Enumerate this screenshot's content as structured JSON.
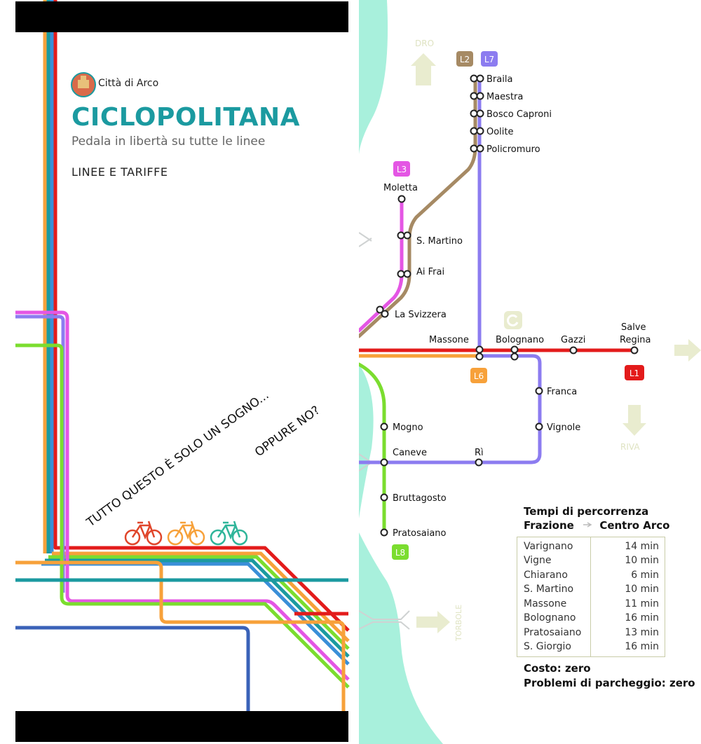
{
  "cover": {
    "city": "Città di Arco",
    "title": "CICLOPOLITANA",
    "subtitle": "Pedala in libertà su tutte le linee",
    "heading": "LINEE E TARIFFE",
    "slogan_line1": "TUTTO QUESTO È SOLO UN SOGNO...",
    "slogan_line2": "OPPURE NO?"
  },
  "map": {
    "lines": {
      "L1": {
        "label": "L1",
        "color": "#e31b1b"
      },
      "L2": {
        "label": "L2",
        "color": "#a68a64"
      },
      "L3": {
        "label": "L3",
        "color": "#e456e4"
      },
      "L6": {
        "label": "L6",
        "color": "#f7a13a"
      },
      "L7": {
        "label": "L7",
        "color": "#8c7cf0"
      },
      "L8": {
        "label": "L8",
        "color": "#7bdd2f"
      }
    },
    "stations": {
      "braila": "Braila",
      "maestra": "Maestra",
      "bosco_caproni": "Bosco Caproni",
      "oolite": "Oolite",
      "policromuro": "Policromuro",
      "moletta": "Moletta",
      "s_martino": "S. Martino",
      "ai_frai": "Ai Frai",
      "la_svizzera": "La Svizzera",
      "massone": "Massone",
      "bolognano": "Bolognano",
      "gazzi": "Gazzi",
      "salve_regina_1": "Salve",
      "salve_regina_2": "Regina",
      "franca": "Franca",
      "vignole": "Vignole",
      "mogno": "Mogno",
      "caneve": "Caneve",
      "ri": "Rì",
      "bruttagosto": "Bruttagosto",
      "pratosaiano": "Pratosaiano"
    },
    "directions": {
      "dro": "DRO",
      "riva": "RIVA",
      "torbole": "TORBOLE"
    }
  },
  "legend": {
    "title_line1": "Tempi di percorrenza",
    "title_from": "Frazione",
    "title_to": "Centro Arco",
    "rows": [
      {
        "place": "Varignano",
        "time": "14 min"
      },
      {
        "place": "Vigne",
        "time": "10 min"
      },
      {
        "place": "Chiarano",
        "time": "6 min"
      },
      {
        "place": "S. Martino",
        "time": "10 min"
      },
      {
        "place": "Massone",
        "time": "11 min"
      },
      {
        "place": "Bolognano",
        "time": "16 min"
      },
      {
        "place": "Pratosaiano",
        "time": "13 min"
      },
      {
        "place": "S. Giorgio",
        "time": "16 min"
      }
    ],
    "cost": "Costo: zero",
    "parking": "Problemi di parcheggio: zero"
  },
  "colors": {
    "teal": "#1b9aa0",
    "river": "#a8f0dc",
    "arrow": "#e9eccf"
  }
}
